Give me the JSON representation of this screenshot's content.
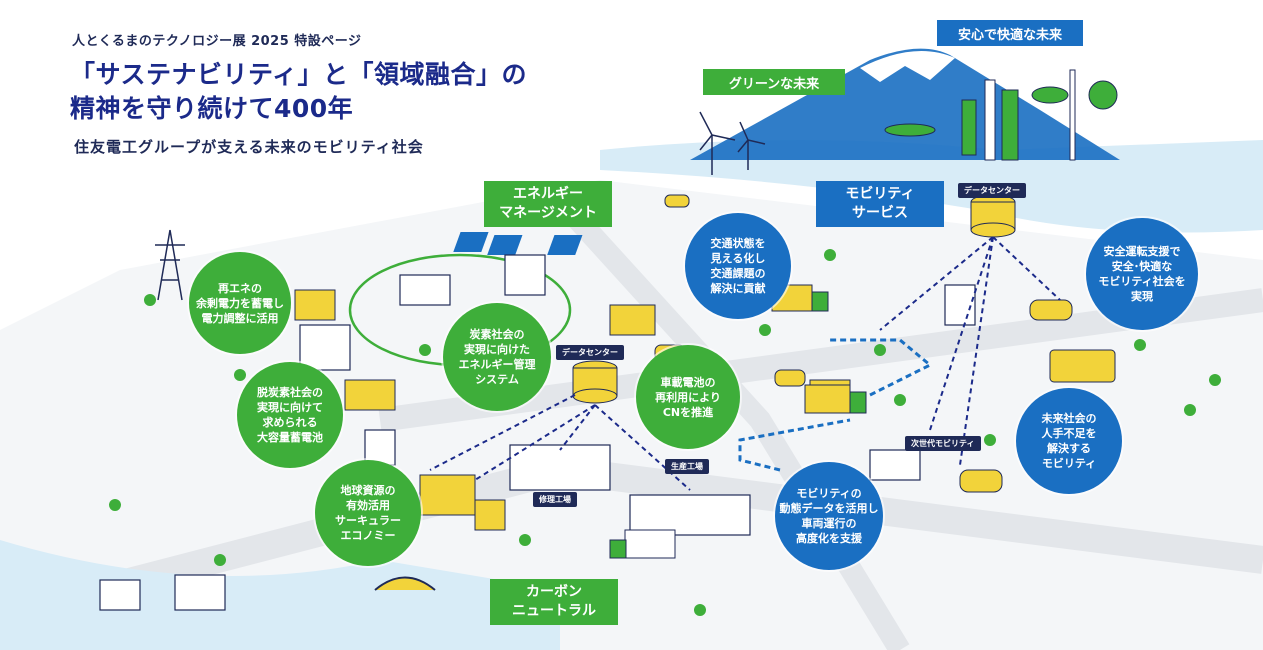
{
  "header": {
    "subtitle": "人とくるまのテクノロジー展 2025 特設ページ",
    "title_line1": "「サステナビリティ」と「領域融合」の",
    "title_line2": "精神を守り続けて400年",
    "lead": "住友電工グループが支える未来のモビリティ社会"
  },
  "labels": {
    "safe_future": "安心で快適な未来",
    "green_future": "グリーンな未来",
    "energy_management": "エネルギー\nマネージメント",
    "mobility_service": "モビリティ\nサービス",
    "carbon_neutral": "カーボン\nニュートラル"
  },
  "circles": {
    "renewable": "再エネの\n余剰電力を蓄電し\n電力調整に活用",
    "battery_storage": "脱炭素社会の\n実現に向けて\n求められる\n大容量蓄電池",
    "circular": "地球資源の\n有効活用\nサーキュラー\nエコノミー",
    "energy_system": "炭素社会の\n実現に向けた\nエネルギー管理\nシステム",
    "ev_battery": "車載電池の\n再利用により\nCNを推進",
    "traffic": "交通状態を\n見える化し\n交通課題の\n解決に貢献",
    "safe_driving": "安全運転支援で\n安全･快適な\nモビリティ社会を\n実現",
    "labor_shortage": "未来社会の\n人手不足を\n解決する\nモビリティ",
    "vehicle_data": "モビリティの\n動態データを活用し\n車両運行の\n高度化を支援"
  },
  "tags": {
    "data_center_1": "データセンター",
    "data_center_2": "データセンター",
    "production_plant": "生産工場",
    "repair_plant": "修理工場",
    "next_gen_mobility": "次世代モビリティ"
  },
  "colors": {
    "brand_navy": "#1b2a8a",
    "green": "#3eae3a",
    "blue": "#1a6fc2",
    "yellow": "#f2d33a",
    "sea": "#d8ecf7"
  }
}
